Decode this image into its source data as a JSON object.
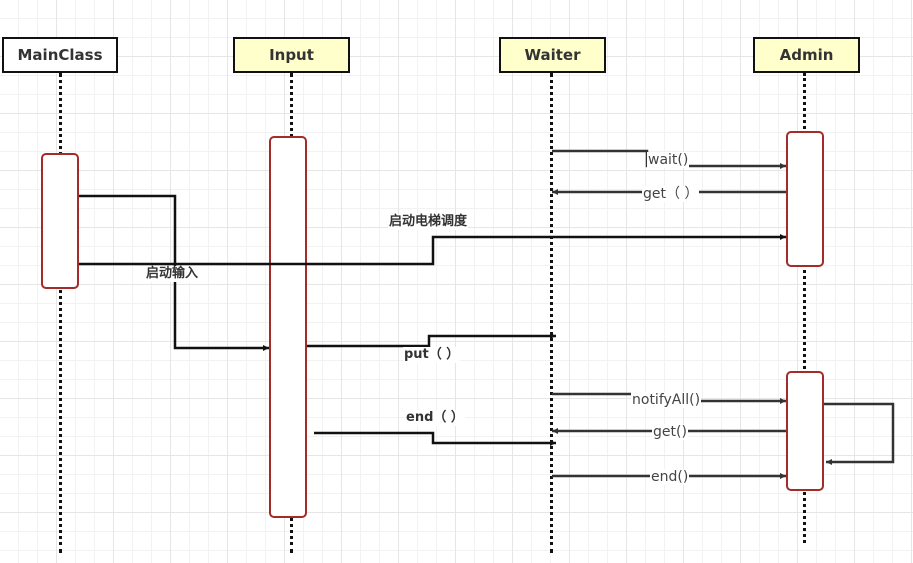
{
  "participants": [
    {
      "id": "mainclass",
      "label": "MainClass",
      "fill": "#ffffff"
    },
    {
      "id": "input",
      "label": "Input",
      "fill": "#ffffcc"
    },
    {
      "id": "waiter",
      "label": "Waiter",
      "fill": "#ffffcc"
    },
    {
      "id": "admin",
      "label": "Admin",
      "fill": "#ffffcc"
    }
  ],
  "messages": [
    {
      "id": "wait",
      "from": "waiter",
      "to": "admin",
      "label": "wait()"
    },
    {
      "id": "get1",
      "from": "admin",
      "to": "waiter",
      "label": "get（  ）"
    },
    {
      "id": "start-dispatch",
      "from": "mainclass",
      "to": "admin",
      "label": "启动电梯调度"
    },
    {
      "id": "start-input",
      "from": "mainclass",
      "to": "input",
      "label": "启动输入"
    },
    {
      "id": "put",
      "from": "input",
      "to": "waiter",
      "label": "put（ ）"
    },
    {
      "id": "notifyall",
      "from": "waiter",
      "to": "admin",
      "label": "notifyAll()"
    },
    {
      "id": "end1",
      "from": "input",
      "to": "waiter",
      "label": "end（ ）"
    },
    {
      "id": "get2",
      "from": "admin",
      "to": "waiter",
      "label": "get()"
    },
    {
      "id": "self",
      "from": "admin",
      "to": "admin",
      "label": ""
    },
    {
      "id": "end2",
      "from": "waiter",
      "to": "admin",
      "label": "end()"
    }
  ],
  "colors": {
    "activation_border": "#a52a2a",
    "participant_fill": "#ffffcc",
    "line": "#111111",
    "grid": "#e6e6e6"
  }
}
